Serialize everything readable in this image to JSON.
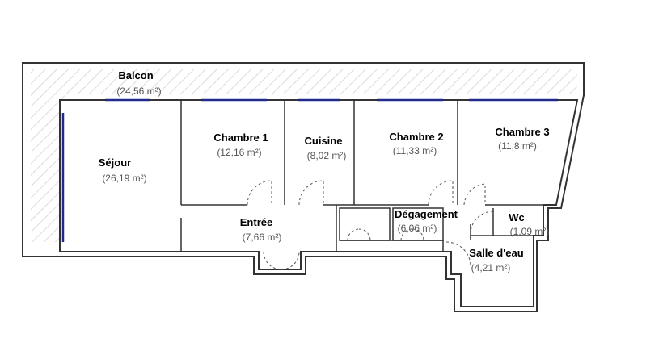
{
  "rooms": {
    "balcon": {
      "name": "Balcon",
      "area": "(24,56 m²)"
    },
    "sejour": {
      "name": "Séjour",
      "area": "(26,19 m²)"
    },
    "chambre1": {
      "name": "Chambre 1",
      "area": "(12,16 m²)"
    },
    "cuisine": {
      "name": "Cuisine",
      "area": "(8,02 m²)"
    },
    "chambre2": {
      "name": "Chambre 2",
      "area": "(11,33 m²)"
    },
    "chambre3": {
      "name": "Chambre 3",
      "area": "(11,8 m²)"
    },
    "entree": {
      "name": "Entrée",
      "area": "(7,66 m²)"
    },
    "degagement": {
      "name": "Dégagement",
      "area": "(6,06 m²)"
    },
    "wc": {
      "name": "Wc",
      "area": "(1,09 m²)"
    },
    "salle_deau": {
      "name": "Salle d'eau",
      "area": "(4,21 m²)"
    }
  },
  "colors": {
    "wall": "#333333",
    "window": "#1f2a8a",
    "hatch": "#cfcfcf"
  }
}
